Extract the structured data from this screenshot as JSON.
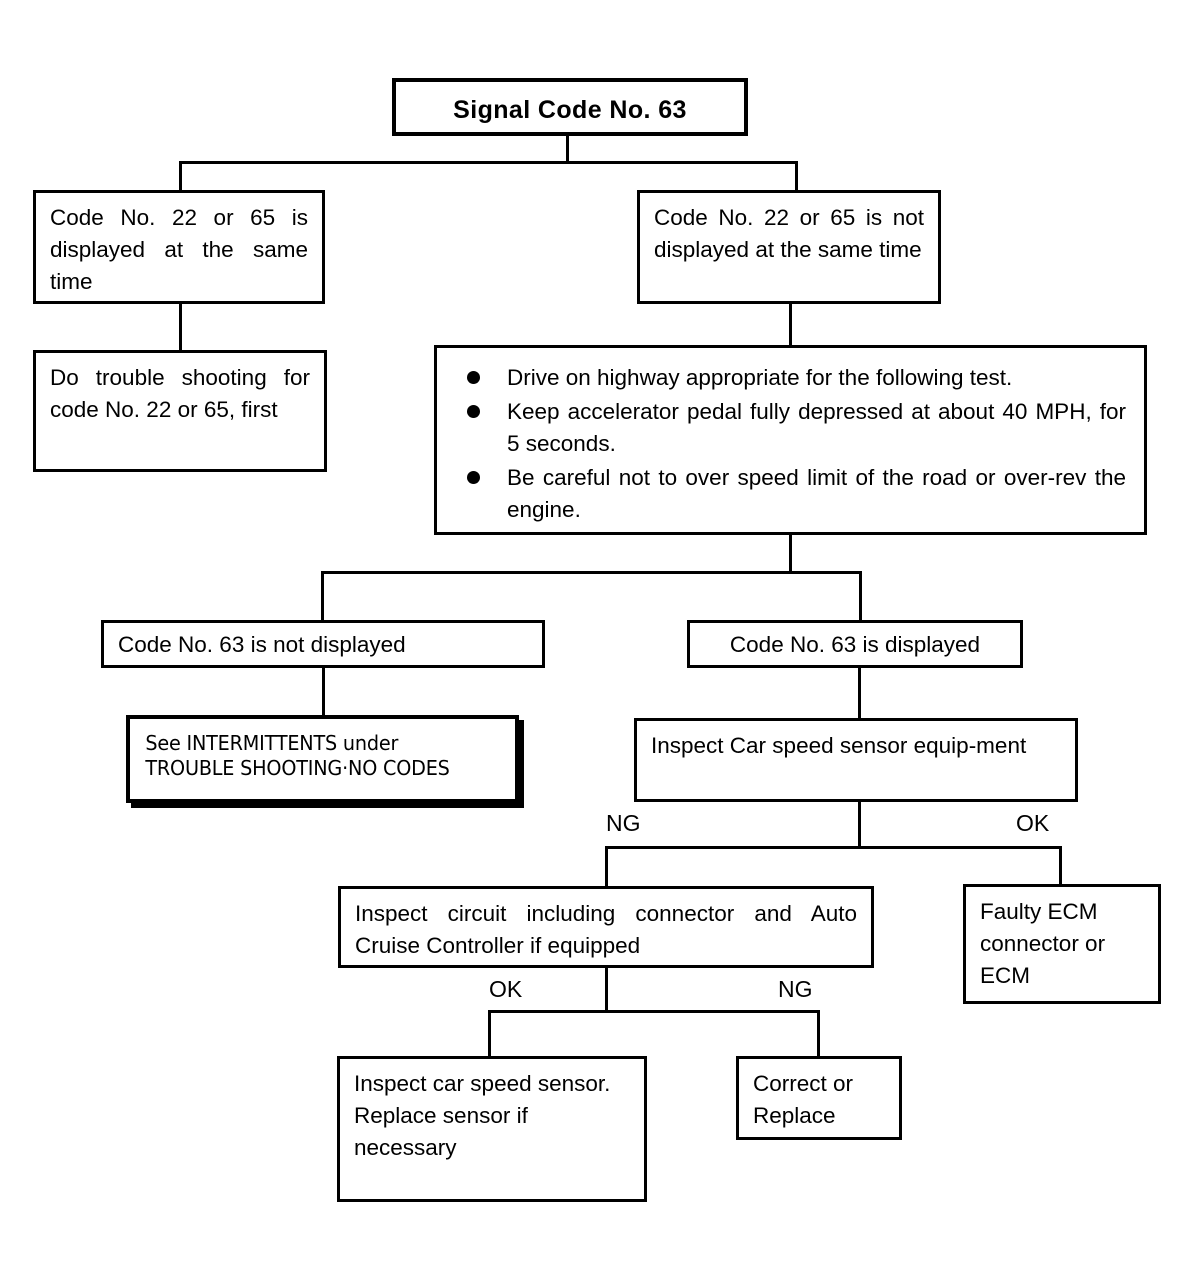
{
  "diagram": {
    "title": "Signal Code No. 63",
    "type": "troubleshooting-flowchart",
    "nodes": {
      "root": "Signal Code No. 63",
      "branch_left": "Code No. 22 or 65 is displayed at the same time",
      "branch_right": "Code No. 22 or 65 is not displayed at the same time",
      "left_action": "Do trouble shooting for code No. 22 or 65, first",
      "test_bullets": [
        "Drive on highway appropriate for the following test.",
        "Keep accelerator pedal fully depressed at about 40 MPH, for 5 seconds.",
        "Be careful not to over speed limit of the road or over-rev the engine."
      ],
      "code63_not_displayed": "Code No. 63 is not displayed",
      "code63_displayed": "Code No. 63 is displayed",
      "intermittents_line1": "See INTERMITTENTS under",
      "intermittents_line2": "TROUBLE SHOOTING·NO CODES",
      "inspect_sensor_equipment": "Inspect Car speed sensor equip-ment",
      "inspect_circuit": "Inspect circuit including connector and Auto Cruise Controller if equipped",
      "faulty_ecm": "Faulty ECM connector or ECM",
      "inspect_car_speed_sensor": "Inspect car speed sensor. Replace sensor if necessary",
      "correct_or_replace": "Correct or Replace"
    },
    "edge_labels": {
      "sensor_ng": "NG",
      "sensor_ok": "OK",
      "circuit_ok": "OK",
      "circuit_ng": "NG"
    },
    "colors": {
      "line": "#000000",
      "background": "#ffffff",
      "text": "#000000"
    }
  }
}
